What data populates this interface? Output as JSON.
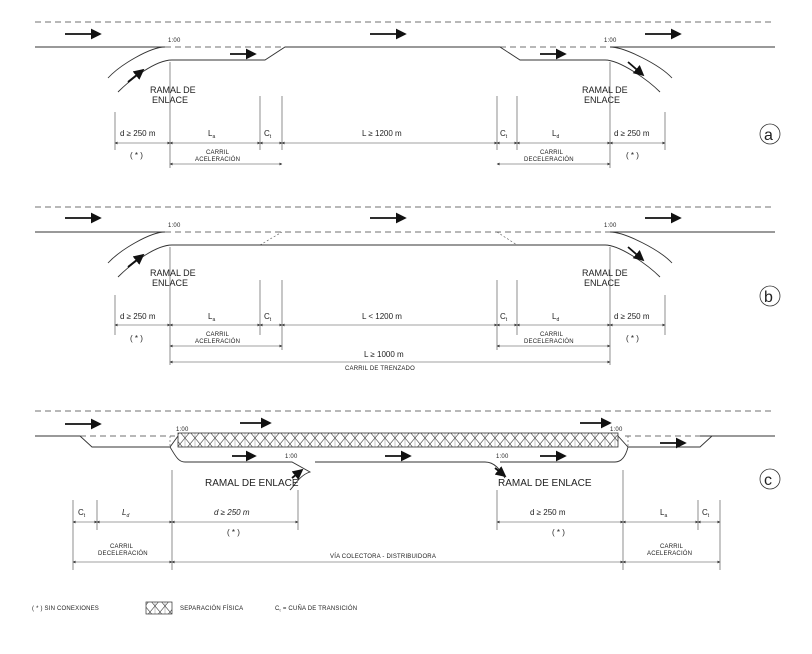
{
  "panels": [
    {
      "id": "a",
      "circle_label": "a",
      "ramal_left": [
        "RAMAL DE",
        "ENLACE"
      ],
      "ramal_right": [
        "RAMAL DE",
        "ENLACE"
      ],
      "taper_left": "1:00",
      "taper_right": "1:00",
      "dims": [
        "d ≥ 250 m",
        "L",
        "C",
        "L ≥ 1200 m",
        "C",
        "L",
        "d ≥ 250 m"
      ],
      "subs": [
        "a",
        "t",
        "t",
        "d"
      ],
      "star_left": "( * )",
      "star_right": "( * )",
      "carril_left": [
        "CARRIL",
        "ACELERACIÓN"
      ],
      "carril_right": [
        "CARRIL",
        "DECELERACIÓN"
      ]
    },
    {
      "id": "b",
      "circle_label": "b",
      "ramal_left": [
        "RAMAL DE",
        "ENLACE"
      ],
      "ramal_right": [
        "RAMAL DE",
        "ENLACE"
      ],
      "taper_left": "1:00",
      "taper_right": "1:00",
      "dims": [
        "d ≥ 250 m",
        "L",
        "C",
        "L < 1200 m",
        "C",
        "L",
        "d ≥ 250 m"
      ],
      "subs": [
        "a",
        "t",
        "t",
        "d"
      ],
      "star_left": "( * )",
      "star_right": "( * )",
      "carril_left": [
        "CARRIL",
        "ACELERACIÓN"
      ],
      "carril_right": [
        "CARRIL",
        "DECELERACIÓN"
      ],
      "total": "L ≥ 1000 m",
      "total_label": "CARRIL DE TRENZADO"
    },
    {
      "id": "c",
      "circle_label": "c",
      "taper_labels": [
        "1:00",
        "1:00",
        "1:00",
        "1:00"
      ],
      "ramal_left": "RAMAL DE ENLACE",
      "ramal_right": "RAMAL DE ENLACE",
      "dims_left": [
        "C",
        "L",
        "d ≥ 250 m"
      ],
      "subs_left": [
        "t",
        "d"
      ],
      "dims_right": [
        "d ≥ 250 m",
        "L",
        "C"
      ],
      "subs_right": [
        "a",
        "t"
      ],
      "star_left": "( * )",
      "star_right": "( * )",
      "carril_left": [
        "CARRIL",
        "DECELERACIÓN"
      ],
      "carril_right": [
        "CARRIL",
        "ACELERACIÓN"
      ],
      "center_label": "VÍA COLECTORA - DISTRIBUIDORA"
    }
  ],
  "legend": {
    "star": "( * ) SIN CONEXIONES",
    "separation": "SEPARACIÓN FÍSICA",
    "wedge": "C",
    "wedge_sub": "t",
    "wedge_text": "= CUÑA DE TRANSICIÓN"
  }
}
